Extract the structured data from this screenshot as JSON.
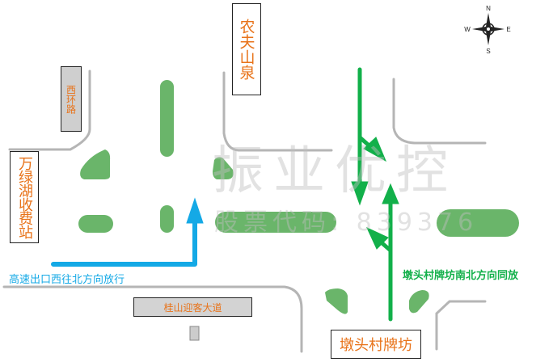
{
  "labels": {
    "nongfu": "农夫山泉",
    "xihuan": "西环路",
    "wanlvhu": "万绿湖收费站",
    "guishan": "桂山迎客大道",
    "duntou": "墩头村牌坊",
    "blue_note": "高速出口西往北方向放行",
    "green_note": "墩头村牌坊南北方向同放"
  },
  "compass": {
    "n": "N",
    "s": "S",
    "e": "E",
    "w": "W"
  },
  "watermark": {
    "name": "振业优控",
    "code": "股票代码: 839376"
  },
  "colors": {
    "label_text": "#e8731a",
    "island": "#6ab56a",
    "green_arrow": "#12b04a",
    "blue_arrow": "#14a9e6",
    "road": "#b5b5b5"
  }
}
